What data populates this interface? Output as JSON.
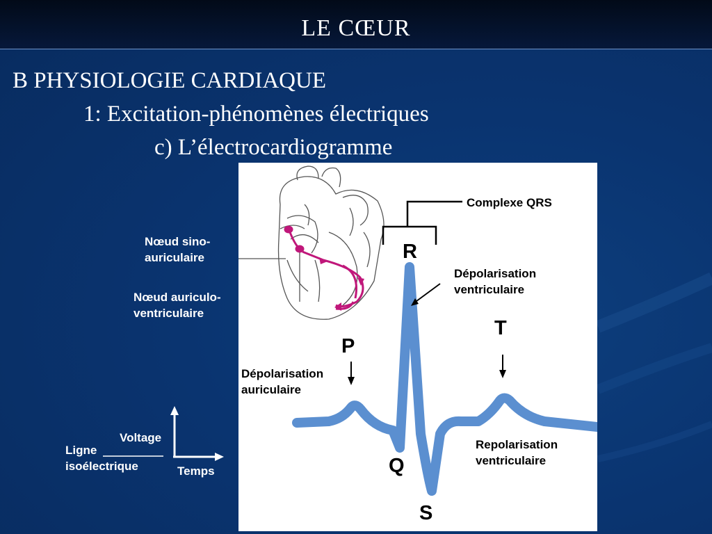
{
  "slide": {
    "title": "LE CŒUR",
    "heading1": "B PHYSIOLOGIE CARDIAQUE",
    "heading2": "1: Excitation-phénomènes électriques",
    "heading3": "c) L’électrocardiogramme"
  },
  "heart_labels": {
    "sa_line1": "Nœud sino-",
    "sa_line2": "auriculaire",
    "av_line1": "Nœud auriculo-",
    "av_line2": "ventriculaire"
  },
  "axes": {
    "voltage": "Voltage",
    "temps": "Temps",
    "ligne_line1": "Ligne",
    "ligne_line2": "isoélectrique"
  },
  "ecg": {
    "qrs_complex": "Complexe QRS",
    "r": "R",
    "q": "Q",
    "s": "S",
    "p": "P",
    "t": "T",
    "dep_vent_line1": "Dépolarisation",
    "dep_vent_line2": "ventriculaire",
    "dep_aur_line1": "Dépolarisation",
    "dep_aur_line2": "auriculaire",
    "repol_line1": "Repolarisation",
    "repol_line2": "ventriculaire"
  },
  "colors": {
    "background": "#0a3470",
    "ecg_trace": "#5b8fd0",
    "conduction_path": "#c0177a"
  }
}
